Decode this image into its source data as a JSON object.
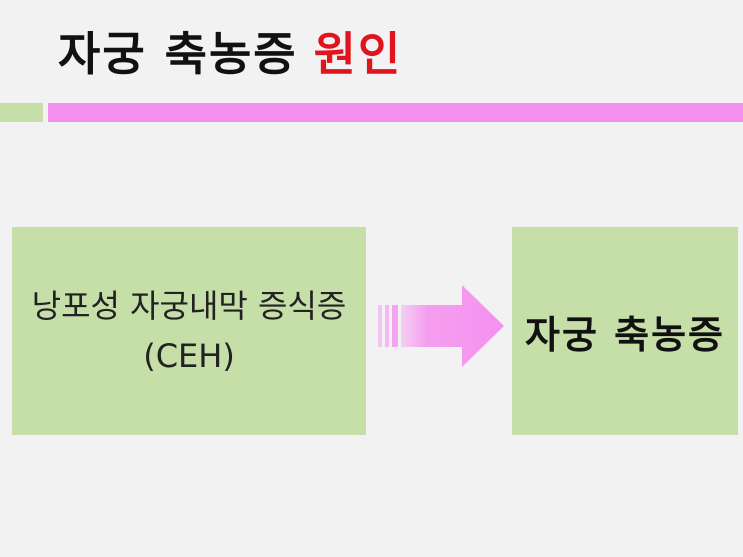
{
  "title": {
    "main": "자궁 축농증",
    "accent": "원인"
  },
  "boxes": {
    "cause_line1": "낭포성 자궁내막 증식증",
    "cause_line2": "(CEH)",
    "result": "자궁 축농증"
  },
  "colors": {
    "title_accent": "#e0141e",
    "box_fill": "#c6dfa8",
    "bar_pink": "#f590f0",
    "arrow": "#f590f0"
  },
  "icons": {
    "arrow": "right-arrow-icon"
  }
}
